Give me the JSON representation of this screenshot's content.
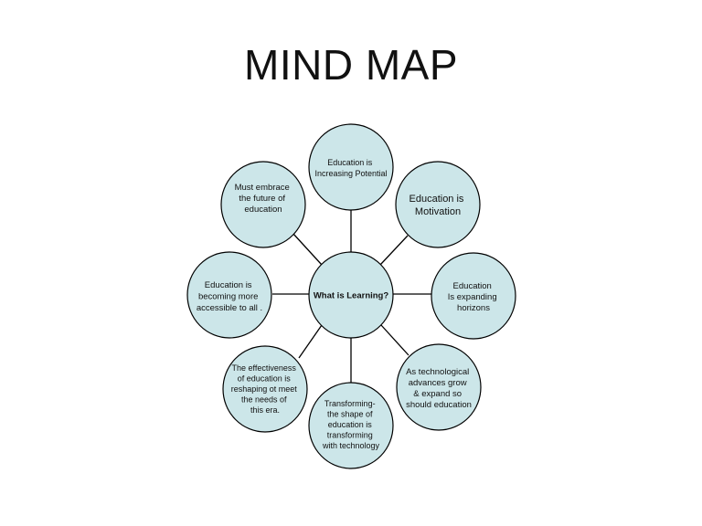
{
  "title": "MIND MAP",
  "colors": {
    "node_fill": "#cce6e9",
    "node_stroke": "#000000",
    "text": "#111111"
  },
  "center": {
    "label": [
      "What is Learning?"
    ]
  },
  "nodes": [
    {
      "id": "top",
      "label": [
        "Education is",
        "Increasing Potential"
      ]
    },
    {
      "id": "top-right",
      "label": [
        "Education is",
        "Motivation"
      ]
    },
    {
      "id": "right",
      "label": [
        "Education",
        "Is expanding",
        "horizons"
      ]
    },
    {
      "id": "bottom-right",
      "label": [
        "As technological",
        "advances grow",
        "& expand so",
        "should education"
      ]
    },
    {
      "id": "bottom",
      "label": [
        "Transforming-",
        "the shape of",
        "education is",
        "transforming",
        "with technology"
      ]
    },
    {
      "id": "bottom-left",
      "label": [
        "The effectiveness",
        "of education is",
        "reshaping ot meet",
        "the needs of",
        "this era."
      ]
    },
    {
      "id": "left",
      "label": [
        "Education is",
        "becoming more",
        "accessible to all ."
      ]
    },
    {
      "id": "top-left",
      "label": [
        "Must embrace",
        "the future of",
        "education"
      ]
    }
  ]
}
